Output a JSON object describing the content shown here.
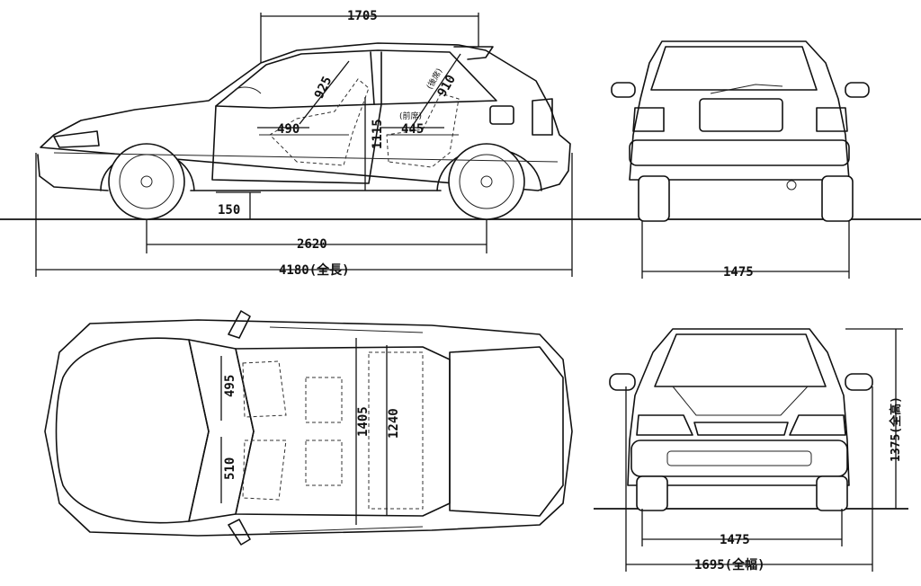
{
  "dimensions": {
    "roof_length": "1705",
    "front_headroom": "925",
    "rear_headroom_note": "(後席)",
    "rear_headroom": "910",
    "front_seat_depth": "490",
    "rear_seat_depth_note": "(前席)",
    "rear_seat_depth": "445",
    "interior_height": "1115",
    "ground_clearance": "150",
    "wheelbase": "2620",
    "overall_length": "4180(全長)",
    "rear_track": "1475",
    "front_seat_width": "495",
    "rear_seat_width": "510",
    "interior_width_rear": "1405",
    "interior_width_front": "1240",
    "front_track": "1475",
    "overall_width": "1695(全幅)",
    "overall_height": "1375(全高)"
  }
}
